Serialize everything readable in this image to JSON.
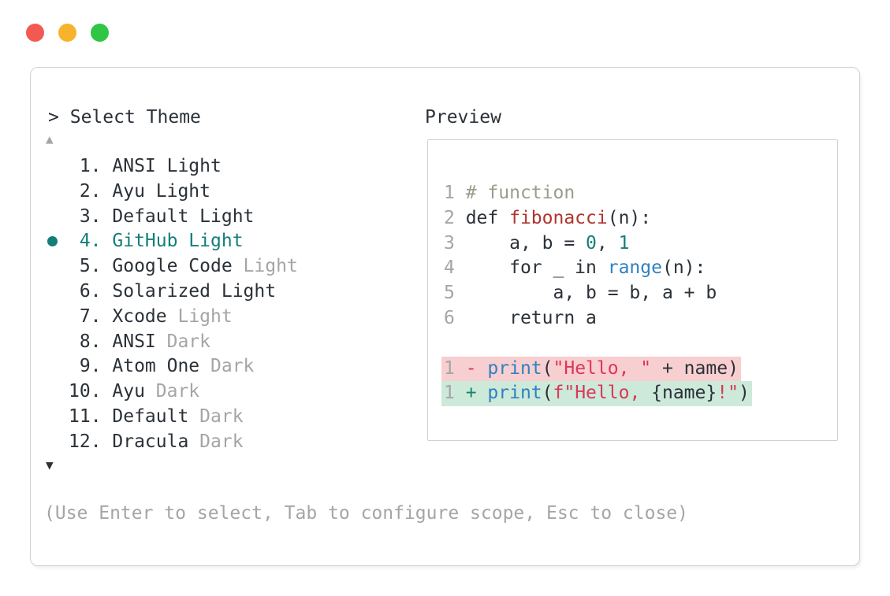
{
  "colors": {
    "dark": "#2b3138",
    "gray": "#a5a5a7",
    "teal": "#137e79",
    "comment": "#9c9c8e",
    "function_red": "#af342e",
    "blue": "#2f81c2",
    "string_crimson": "#dc3658",
    "plus_green": "#1a8168",
    "diff_red_bg": "#f8cfd0",
    "diff_green_bg": "#cce9d9",
    "border": "#d0d1d5",
    "traffic_red": "#f25950",
    "traffic_yellow": "#f6b32b",
    "traffic_green": "#2ec644"
  },
  "header": {
    "prompt": ">",
    "title": "Select Theme",
    "preview_label": "Preview"
  },
  "list": {
    "up_arrow": "▲",
    "down_arrow": "▼",
    "items": [
      {
        "number": "1.",
        "name": "ANSI Light",
        "variant": "",
        "selected": false
      },
      {
        "number": "2.",
        "name": "Ayu Light",
        "variant": "",
        "selected": false
      },
      {
        "number": "3.",
        "name": "Default Light",
        "variant": "",
        "selected": false
      },
      {
        "number": "4.",
        "name": "GitHub Light",
        "variant": "",
        "selected": true
      },
      {
        "number": "5.",
        "name": "Google Code",
        "variant": "Light",
        "selected": false
      },
      {
        "number": "6.",
        "name": "Solarized Light",
        "variant": "",
        "selected": false
      },
      {
        "number": "7.",
        "name": "Xcode",
        "variant": "Light",
        "selected": false
      },
      {
        "number": "8.",
        "name": "ANSI",
        "variant": "Dark",
        "selected": false
      },
      {
        "number": "9.",
        "name": "Atom One",
        "variant": "Dark",
        "selected": false
      },
      {
        "number": "10.",
        "name": "Ayu",
        "variant": "Dark",
        "selected": false
      },
      {
        "number": "11.",
        "name": "Default",
        "variant": "Dark",
        "selected": false
      },
      {
        "number": "12.",
        "name": "Dracula",
        "variant": "Dark",
        "selected": false
      }
    ]
  },
  "preview": {
    "lines": [
      {
        "bg": "",
        "tokens": [
          [
            "ln",
            "1 "
          ],
          [
            "comment",
            "# function"
          ]
        ]
      },
      {
        "bg": "",
        "tokens": [
          [
            "ln",
            "2 "
          ],
          [
            "dark",
            "def "
          ],
          [
            "func",
            "fibonacci"
          ],
          [
            "dark",
            "(n):"
          ]
        ]
      },
      {
        "bg": "",
        "tokens": [
          [
            "ln",
            "3 "
          ],
          [
            "dark",
            "    a, b = "
          ],
          [
            "num",
            "0"
          ],
          [
            "dark",
            ", "
          ],
          [
            "num",
            "1"
          ]
        ]
      },
      {
        "bg": "",
        "tokens": [
          [
            "ln",
            "4 "
          ],
          [
            "dark",
            "    for _ in "
          ],
          [
            "blue",
            "range"
          ],
          [
            "dark",
            "(n):"
          ]
        ]
      },
      {
        "bg": "",
        "tokens": [
          [
            "ln",
            "5 "
          ],
          [
            "dark",
            "        a, b = b, a + b"
          ]
        ]
      },
      {
        "bg": "",
        "tokens": [
          [
            "ln",
            "6 "
          ],
          [
            "dark",
            "    return a"
          ]
        ]
      },
      {
        "bg": "",
        "tokens": []
      },
      {
        "bg": "red",
        "tokens": [
          [
            "ln",
            "1 "
          ],
          [
            "minus",
            "- "
          ],
          [
            "blue",
            "print"
          ],
          [
            "dark",
            "("
          ],
          [
            "str",
            "\"Hello, \""
          ],
          [
            "dark",
            " + name)"
          ]
        ]
      },
      {
        "bg": "green",
        "tokens": [
          [
            "ln",
            "1 "
          ],
          [
            "plus",
            "+ "
          ],
          [
            "blue",
            "print"
          ],
          [
            "dark",
            "("
          ],
          [
            "str",
            "f\"Hello, "
          ],
          [
            "dark",
            "{name}"
          ],
          [
            "str",
            "!\""
          ],
          [
            "dark",
            ")"
          ]
        ]
      }
    ]
  },
  "hint": "(Use Enter to select, Tab to configure scope, Esc to close)"
}
